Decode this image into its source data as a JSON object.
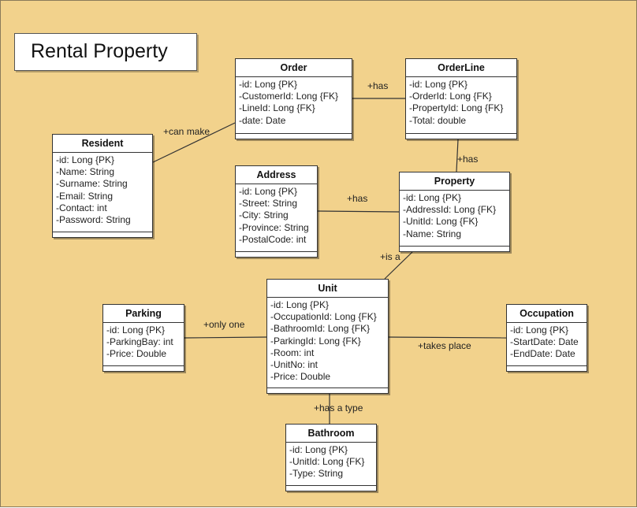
{
  "title": "Rental Property",
  "classes": {
    "order": {
      "name": "Order",
      "attrs": [
        "-id: Long  {PK}",
        "-CustomerId: Long  {FK}",
        "-LineId: Long  {FK}",
        "-date: Date"
      ]
    },
    "orderline": {
      "name": "OrderLine",
      "attrs": [
        "-id: Long  {PK}",
        "-OrderId: Long  {FK}",
        "-PropertyId: Long  {FK}",
        "-Total: double"
      ]
    },
    "resident": {
      "name": "Resident",
      "attrs": [
        "-id: Long {PK}",
        "-Name: String",
        "-Surname: String",
        "-Email: String",
        "-Contact: int",
        "-Password: String"
      ]
    },
    "address": {
      "name": "Address",
      "attrs": [
        "-id: Long  {PK}",
        "-Street: String",
        "-City: String",
        "-Province: String",
        "-PostalCode: int"
      ]
    },
    "property": {
      "name": "Property",
      "attrs": [
        "-id: Long  {PK}",
        "-AddressId: Long  {FK}",
        "-UnitId: Long  {FK}",
        "-Name: String"
      ]
    },
    "unit": {
      "name": "Unit",
      "attrs": [
        "-id: Long  {PK}",
        "-OccupationId: Long {FK}",
        "-BathroomId: Long  {FK}",
        "-ParkingId: Long  {FK}",
        "-Room: int",
        "-UnitNo: int",
        "-Price: Double"
      ]
    },
    "parking": {
      "name": "Parking",
      "attrs": [
        "-id: Long  {PK}",
        "-ParkingBay: int",
        "-Price: Double"
      ]
    },
    "occupation": {
      "name": "Occupation",
      "attrs": [
        "-id: Long  {PK}",
        "-StartDate: Date",
        "-EndDate: Date"
      ]
    },
    "bathroom": {
      "name": "Bathroom",
      "attrs": [
        "-id: Long  {PK}",
        "-UnitId: Long  {FK}",
        "-Type: String"
      ]
    }
  },
  "associations": {
    "order_orderline": "+has",
    "resident_order": "+can make",
    "orderline_property": "+has",
    "address_property": "+has",
    "property_unit": "+is a",
    "parking_unit": "+only one",
    "unit_occupation": "+takes place",
    "unit_bathroom": "+has a type"
  }
}
